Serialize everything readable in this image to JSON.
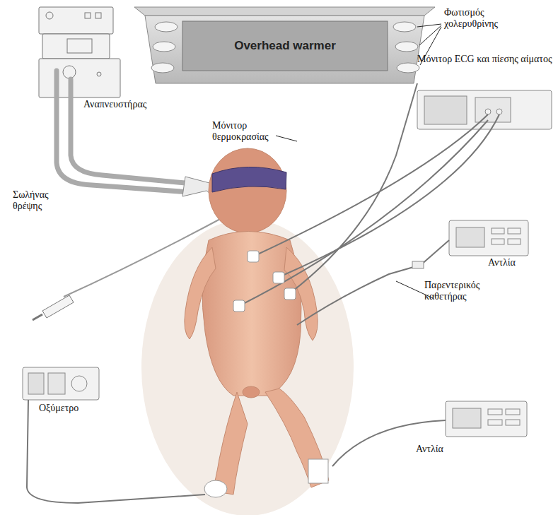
{
  "diagram": {
    "nodes": [
      {
        "text": [
          "Overhead warmer"
        ]
      },
      {
        "text": [
          "Αναπνευστήρας"
        ]
      },
      {
        "text": [
          "Μόνιτορ ECG και πίεσης αίματος"
        ]
      },
      {
        "text": [
          "Αντλία"
        ]
      },
      {
        "text": [
          "Οξύμετρο"
        ]
      },
      {
        "text": [
          "Αντλία"
        ]
      }
    ],
    "labels": [
      "Φωτισμός χολερυθρίνης",
      "Μόνιτορ θερμοκρασίας",
      "Σωλήνας θρέψης",
      "Παρεντερικός καθετήρας"
    ]
  }
}
